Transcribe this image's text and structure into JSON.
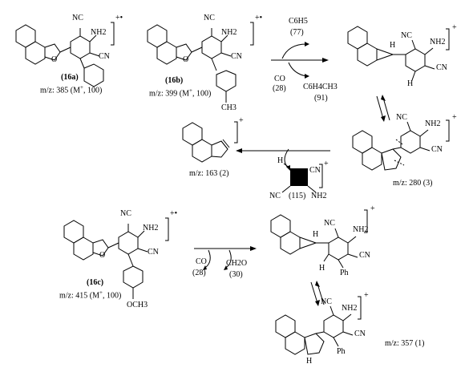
{
  "compounds": {
    "c16a": {
      "id": "(16a)",
      "mz": "m/z: 385 (M",
      "mz_tail": ", 100)",
      "sup": "+"
    },
    "c16b": {
      "id": "(16b)",
      "mz": "m/z: 399 (M",
      "mz_tail": ", 100)",
      "sup": "+"
    },
    "c16c": {
      "id": "(16c)",
      "mz": "m/z: 415 (M",
      "mz_tail": ", 100)",
      "sup": "+"
    }
  },
  "fragments": {
    "f280": "m/z: 280 (3)",
    "f163": "m/z: 163 (2)",
    "f357": "m/z: 357 (1)",
    "f115": "(115)"
  },
  "losses": {
    "c6h5": "C6H5",
    "c6h5_mass": "(77)",
    "co": "CO",
    "co_mass": "(28)",
    "c6h4ch3": "C6H4CH3",
    "c6h4ch3_mass": "(91)",
    "co2": "CO",
    "co2_mass": "(28)",
    "ch2o": "CH2O",
    "ch2o_mass": "(30)"
  },
  "atoms": {
    "nc": "NC",
    "cn": "CN",
    "nh2": "NH2",
    "h": "H",
    "ph": "Ph",
    "ch3": "CH3",
    "och3": "OCH3",
    "o": "O",
    "radical": "+•",
    "cation": "+"
  }
}
